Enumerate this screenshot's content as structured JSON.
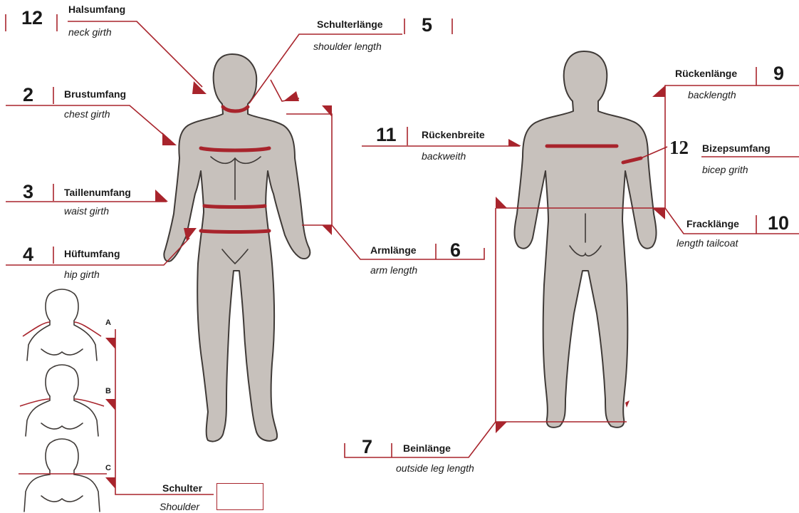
{
  "measurements": {
    "neck_girth": {
      "number": "12",
      "label_de": "Halsumfang",
      "label_en": "neck girth"
    },
    "chest_girth": {
      "number": "2",
      "label_de": "Brustumfang",
      "label_en": "chest girth"
    },
    "waist_girth": {
      "number": "3",
      "label_de": "Taillenumfang",
      "label_en": "waist girth"
    },
    "hip_girth": {
      "number": "4",
      "label_de": "Hüftumfang",
      "label_en": "hip girth"
    },
    "shoulder_length": {
      "number": "5",
      "label_de": "Schulterlänge",
      "label_en": "shoulder length"
    },
    "arm_length": {
      "number": "6",
      "label_de": "Armlänge",
      "label_en": "arm length"
    },
    "back_width": {
      "number": "11",
      "label_de": "Rückenbreite",
      "label_en": "backweith"
    },
    "back_length": {
      "number": "9",
      "label_de": "Rückenlänge",
      "label_en": "backlength"
    },
    "bicep_girth": {
      "number": "12",
      "label_de": "Bizepsumfang",
      "label_en": "bicep grith"
    },
    "tailcoat_length": {
      "number": "10",
      "label_de": "Fracklänge",
      "label_en": "length tailcoat"
    },
    "leg_length": {
      "number": "7",
      "label_de": "Beinlänge",
      "label_en": "outside leg length"
    }
  },
  "shoulder_types": {
    "options": [
      "A",
      "B",
      "C"
    ],
    "label_de": "Schulter",
    "label_en": "Shoulder",
    "selected": ""
  },
  "colors": {
    "accent": "#a8242c",
    "body_fill": "#c7c1bc",
    "outline": "#3f3a37",
    "background": "#ffffff"
  }
}
